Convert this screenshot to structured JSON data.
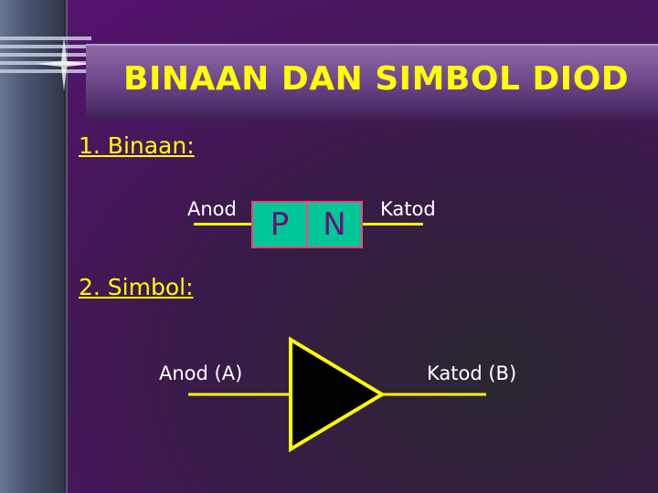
{
  "title": "BINAAN DAN SIMBOL DIOD",
  "sections": {
    "binaan": {
      "heading": "1. Binaan:",
      "anode_label": "Anod",
      "cathode_label": "Katod",
      "p_label": "P",
      "n_label": "N"
    },
    "simbol": {
      "heading": "2. Simbol:",
      "anode_label": "Anod (A)",
      "cathode_label": "Katod (B)"
    }
  },
  "colors": {
    "accent": "#ffff00",
    "p_n_fill": "#00c79a",
    "p_n_border": "#ff3f7a",
    "pn_text": "#6a1070"
  }
}
